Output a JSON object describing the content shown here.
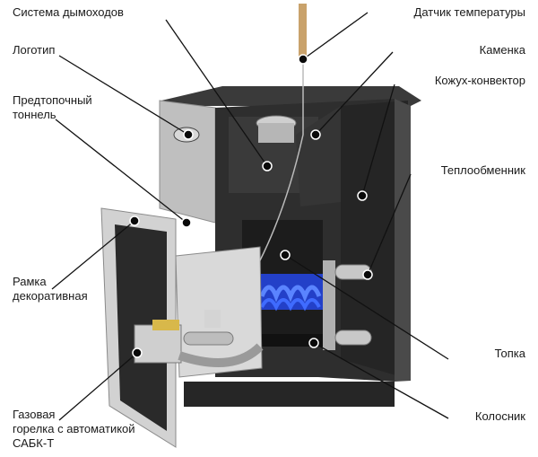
{
  "labels": {
    "chimney_system": "Система дымоходов",
    "temperature_sensor": "Датчик температуры",
    "logo": "Логотип",
    "heater": "Каменка",
    "convector_casing": "Кожух-конвектор",
    "prefurnace_tunnel_l1": "Предтопочный",
    "prefurnace_tunnel_l2": "тоннель",
    "heat_exchanger": "Теплообменник",
    "frame_l1": "Рамка",
    "frame_l2": "декоративная",
    "firebox": "Топка",
    "grate": "Колосник",
    "burner_l1": "Газовая",
    "burner_l2": "горелка с автоматикой",
    "burner_l3": "САБК-Т"
  },
  "colors": {
    "body": "#2e2e2e",
    "body_dark": "#1c1c1c",
    "steel": "#c9c9c9",
    "flame": "#3f6bff",
    "sensor": "#c9a26b",
    "leader": "#111111"
  }
}
